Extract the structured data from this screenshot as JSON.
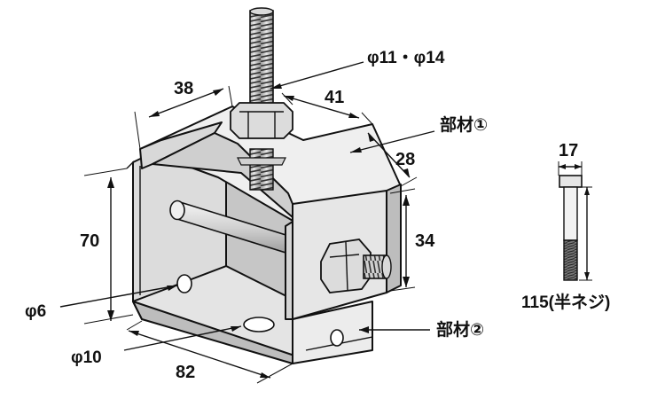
{
  "diagram": {
    "labels": {
      "rod_diameter": "φ11・φ14",
      "width_top": "38",
      "depth_top": "41",
      "member1": "部材①",
      "depth_side": "28",
      "height": "70",
      "side_height": "34",
      "hole_small": "φ6",
      "hole_large": "φ10",
      "width_bottom": "82",
      "member2": "部材②",
      "bolt_head": "17",
      "bolt_length": "115(半ネジ)"
    },
    "colors": {
      "metal_light": "#ededed",
      "metal_mid": "#d6d6d6",
      "metal_dark": "#b9b9b9",
      "line": "#111111"
    }
  }
}
